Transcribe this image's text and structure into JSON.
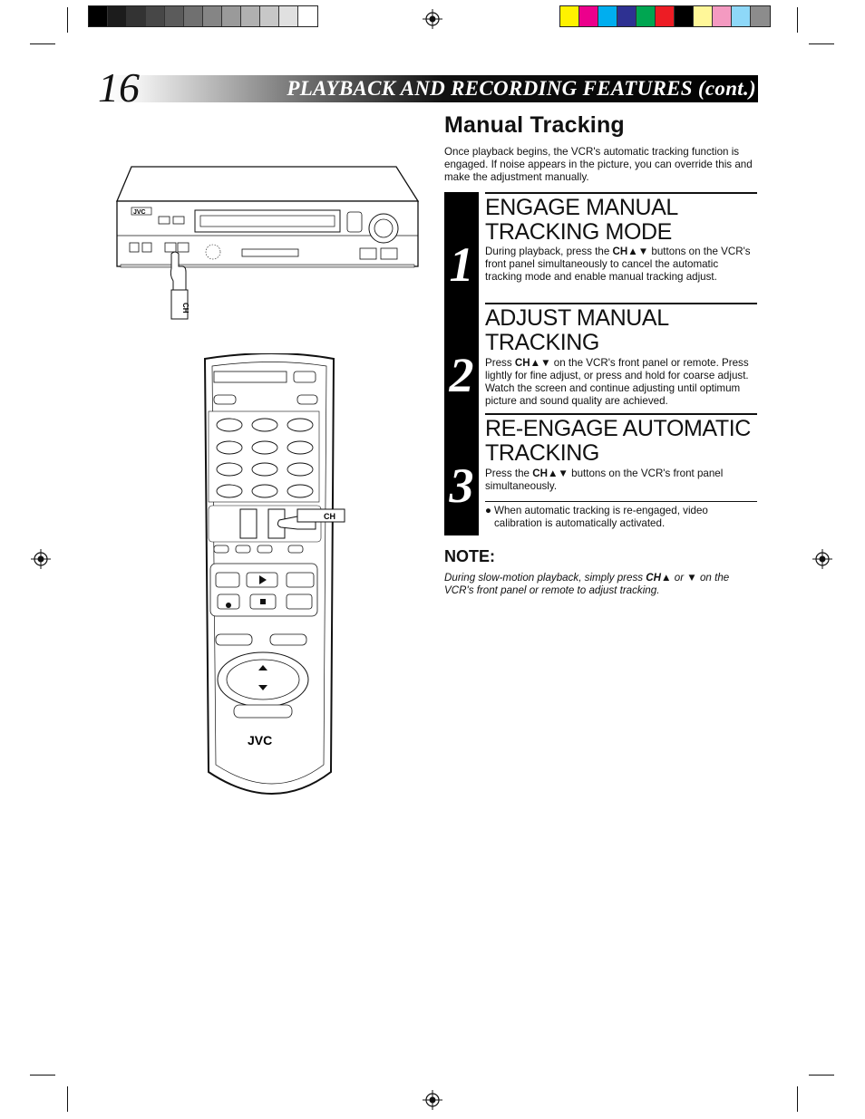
{
  "page_number": "16",
  "header_title": "PLAYBACK AND RECORDING FEATURES (cont.)",
  "section_title": "Manual Tracking",
  "intro": "Once playback begins, the VCR's automatic tracking function is engaged. If noise appears in the picture, you can override this and make the adjustment manually.",
  "steps": [
    {
      "number": "1",
      "title": "ENGAGE MANUAL TRACKING MODE",
      "body_pre": "During playback, press the ",
      "body_key": "CH▲▼",
      "body_post": " buttons on the VCR's front panel simultaneously to cancel the automatic tracking mode and enable manual tracking adjust."
    },
    {
      "number": "2",
      "title": "ADJUST MANUAL TRACKING",
      "body_pre": "Press ",
      "body_key": "CH▲▼",
      "body_post": " on the VCR's front panel or remote. Press lightly for fine adjust, or press and hold for coarse adjust. Watch the screen and continue adjusting until optimum picture and sound quality are achieved."
    },
    {
      "number": "3",
      "title": "RE-ENGAGE AUTOMATIC TRACKING",
      "body_pre": "Press the ",
      "body_key": "CH▲▼",
      "body_post": " buttons on the VCR's front panel simultaneously.",
      "bullet": "When automatic tracking is re-engaged, video calibration is automatically activated."
    }
  ],
  "note": {
    "title": "NOTE:",
    "body_pre": "During slow-motion playback, simply press ",
    "body_key": "CH▲",
    "body_mid": " or ▼",
    "body_post": " on the VCR's front panel or remote to adjust tracking."
  },
  "illustration": {
    "vcr_brand": "JVC",
    "remote_brand": "JVC",
    "ch_label_vcr": "CH",
    "ch_label_remote": "CH"
  },
  "colors": {
    "grayscale_bars": [
      "#000000",
      "#1c1c1c",
      "#333333",
      "#474747",
      "#5b5b5b",
      "#707070",
      "#858585",
      "#9a9a9a",
      "#b0b0b0",
      "#c7c7c7",
      "#e0e0e0",
      "#ffffff"
    ],
    "color_bars": [
      "#fff200",
      "#ec008c",
      "#00aeef",
      "#2e3192",
      "#00a651",
      "#ed1c24",
      "#000000",
      "#fff799",
      "#f49ac1",
      "#8ed8f8",
      "#8c8c8c"
    ]
  }
}
